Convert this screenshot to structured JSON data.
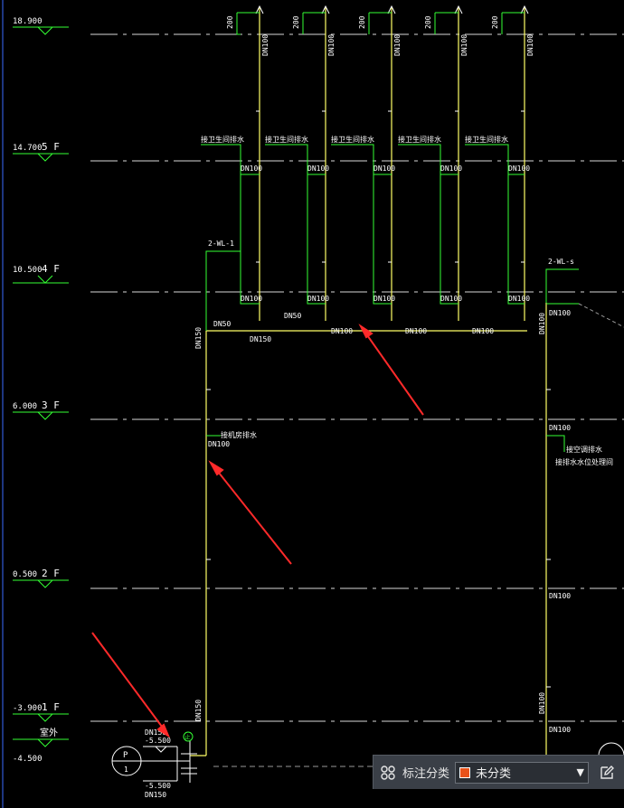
{
  "drawing": {
    "levels": [
      {
        "elev": "18.900",
        "floor": ""
      },
      {
        "elev": "14.700",
        "floor": "5 F"
      },
      {
        "elev": "10.500",
        "floor": "4 F"
      },
      {
        "elev": "6.000",
        "floor": "3 F"
      },
      {
        "elev": "0.500",
        "floor": "2 F"
      },
      {
        "elev": "-3.900",
        "floor": "1 F"
      }
    ],
    "outdoor_label": "室外",
    "outdoor_elev": "-4.500",
    "pipe_labels": {
      "dn100": "DN100",
      "dn150": "DN150",
      "dn50": "DN50",
      "wl1": "2-WL-1",
      "wls": "2-WL-s",
      "dim200": "200",
      "floor_drain": "接卫生间排水",
      "machine_room": "接机房排水",
      "right_note_1": "接空调排水",
      "right_note_2": "接排水水位处理间",
      "pit_elev_top": "-5.500",
      "pit_elev_bottom": "-5.500",
      "pit_pipe": "DN150",
      "pit_pipe_2": "DN150",
      "pump": "P",
      "pump_no": "1",
      "valve": "止"
    }
  },
  "toolbar": {
    "grid_icon": "grid-icon",
    "label": "标注分类",
    "category_value": "未分类",
    "category_color": "#e8521a",
    "caret": "▼",
    "edit_icon": "edit-icon"
  }
}
